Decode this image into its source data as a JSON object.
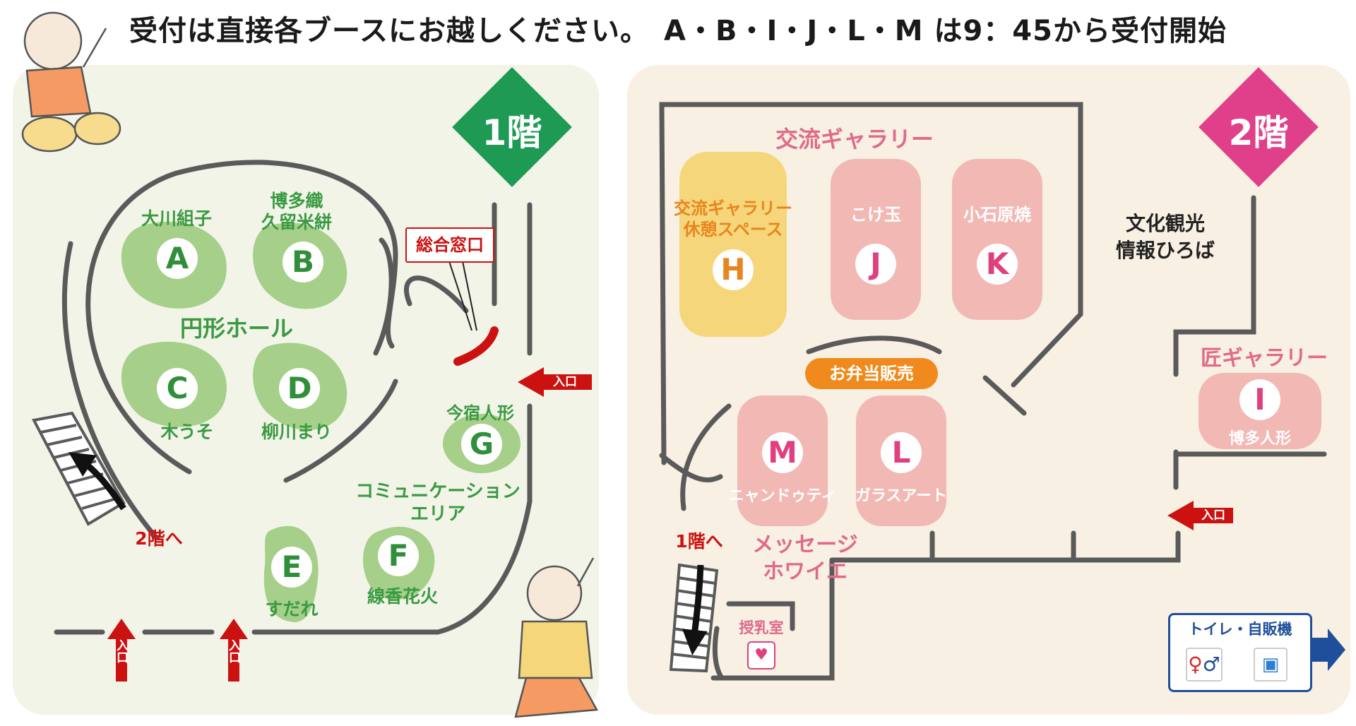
{
  "header": "受付は直接各ブースにお越しください。　A・B・I・J・L・M は9：45から受付開始",
  "floor1": {
    "badge": "1階",
    "hall": "円形ホール",
    "general_window": "総合窓口",
    "community_area": [
      "コミュニケーション",
      "エリア"
    ],
    "to_floor2": "2階へ",
    "entrance": "入口",
    "booths": {
      "A": {
        "letter": "A",
        "name": "大川組子"
      },
      "B": {
        "letter": "B",
        "name_line1": "博多織",
        "name_line2": "久留米絣"
      },
      "C": {
        "letter": "C",
        "name": "木うそ"
      },
      "D": {
        "letter": "D",
        "name": "柳川まり"
      },
      "E": {
        "letter": "E",
        "name": "すだれ"
      },
      "F": {
        "letter": "F",
        "name": "線香花火"
      },
      "G": {
        "letter": "G",
        "name": "今宿人形"
      }
    }
  },
  "floor2": {
    "badge": "2階",
    "gallery": "交流ギャラリー",
    "info_plaza": [
      "文化観光",
      "情報ひろば"
    ],
    "takumi_gallery": "匠ギャラリー",
    "bento": "お弁当販売",
    "message_foyer": [
      "メッセージ",
      "ホワイエ"
    ],
    "to_floor1": "1階へ",
    "nursing_room": "授乳室",
    "toilet_vending": "トイレ・自販機",
    "entrance": "入口",
    "booths": {
      "H": {
        "letter": "H",
        "name_line1": "交流ギャラリー",
        "name_line2": "休憩スペース"
      },
      "J": {
        "letter": "J",
        "name": "こけ玉"
      },
      "K": {
        "letter": "K",
        "name": "小石原焼"
      },
      "I": {
        "letter": "I",
        "name": "博多人形"
      },
      "M": {
        "letter": "M",
        "name": "ニャンドゥティ"
      },
      "L": {
        "letter": "L",
        "name": "ガラスアート"
      }
    }
  },
  "colors": {
    "floor1_badge": "#1f9a55",
    "floor2_badge": "#e0408a",
    "booth_green": "#a6cf8a",
    "booth_pink": "#f2b8b4",
    "booth_yellow": "#f6d67a",
    "wall": "#5a5a5a",
    "entrance_red": "#cc1111",
    "bento_orange": "#f08a1c",
    "toilet_blue": "#1f4f9a"
  }
}
